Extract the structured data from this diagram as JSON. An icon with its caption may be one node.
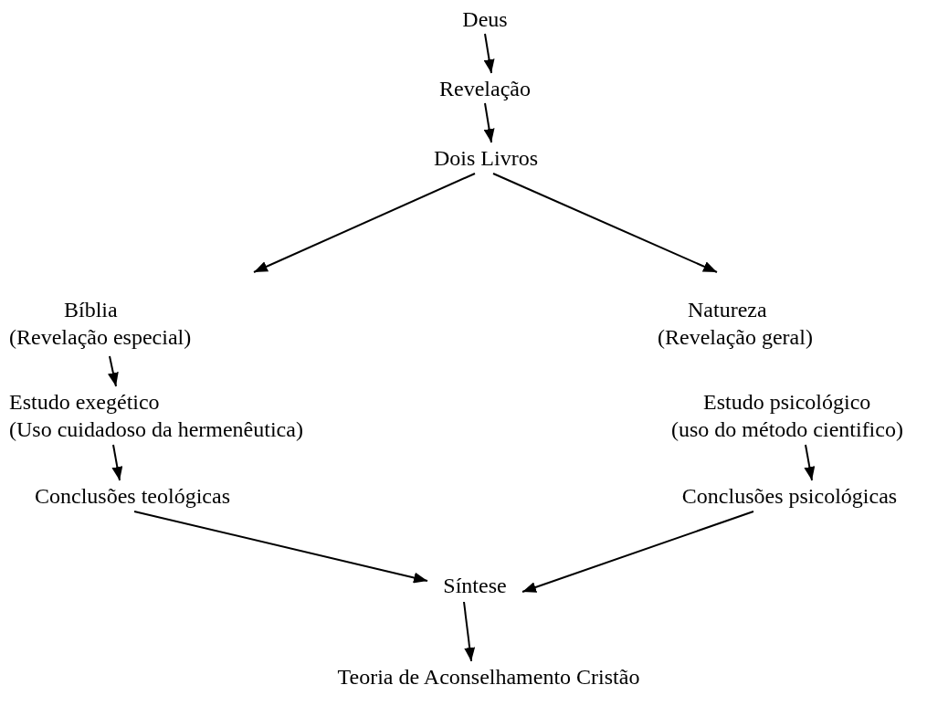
{
  "diagram": {
    "nodes": [
      {
        "text": [
          "Deus"
        ]
      },
      {
        "text": [
          "Revelação"
        ]
      },
      {
        "text": [
          "Dois Livros"
        ]
      },
      {
        "text": [
          "Bíblia",
          "(Revelação especial)"
        ]
      },
      {
        "text": [
          "Natureza",
          "(Revelação geral)"
        ]
      },
      {
        "text": [
          "Estudo exegético",
          "(Uso cuidadoso da hermenêutica)"
        ]
      },
      {
        "text": [
          "Estudo psicológico",
          "(uso do método cientifico)"
        ]
      },
      {
        "text": [
          "Conclusões teológicas"
        ]
      },
      {
        "text": [
          "Conclusões psicológicas"
        ]
      },
      {
        "text": [
          "Síntese"
        ]
      },
      {
        "text": [
          "Teoria de Aconselhamento Cristão"
        ]
      }
    ],
    "edges": [
      {
        "from": 0,
        "to": 1,
        "arrow": "to"
      },
      {
        "from": 1,
        "to": 2,
        "arrow": "to"
      },
      {
        "from": 2,
        "to": 3,
        "arrow": "to"
      },
      {
        "from": 2,
        "to": 4,
        "arrow": "to"
      },
      {
        "from": 3,
        "to": 5,
        "arrow": "to"
      },
      {
        "from": 5,
        "to": 7,
        "arrow": "to"
      },
      {
        "from": 6,
        "to": 8,
        "arrow": "to"
      },
      {
        "from": 7,
        "to": 9,
        "arrow": "to"
      },
      {
        "from": 8,
        "to": 9,
        "arrow": "to"
      },
      {
        "from": 9,
        "to": 10,
        "arrow": "to"
      }
    ]
  }
}
